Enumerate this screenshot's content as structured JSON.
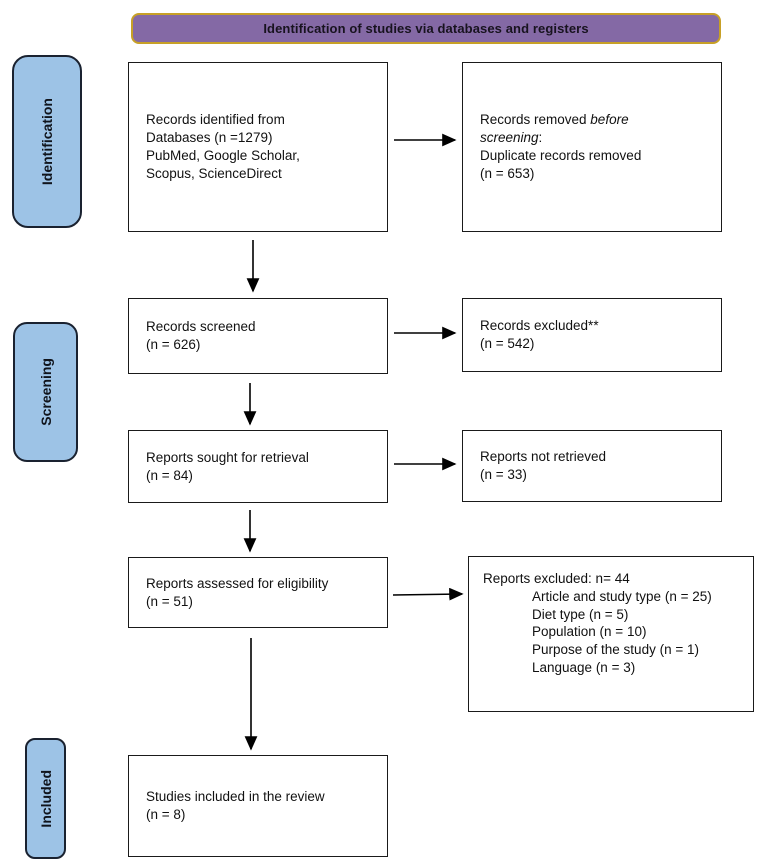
{
  "banner": {
    "label": "Identification of studies via databases and registers"
  },
  "stages": {
    "identification": "Identification",
    "screening": "Screening",
    "included": "Included"
  },
  "boxes": {
    "records_identified": {
      "lines": [
        "Records identified from",
        "Databases (n =1279)",
        "PubMed, Google Scholar,",
        "Scopus, ScienceDirect"
      ]
    },
    "records_removed": {
      "prefix": "Records removed ",
      "italic": "before screening",
      "suffix": ":",
      "lines": [
        "Duplicate records removed",
        "(n = 653)"
      ]
    },
    "records_screened": {
      "lines": [
        "Records screened",
        "(n = 626)"
      ]
    },
    "records_excluded": {
      "lines": [
        "Records excluded**",
        "(n = 542)"
      ]
    },
    "reports_sought": {
      "lines": [
        "Reports sought for retrieval",
        "(n = 84)"
      ]
    },
    "reports_not_retrieved": {
      "lines": [
        "Reports not retrieved",
        "(n = 33)"
      ]
    },
    "reports_assessed": {
      "lines": [
        "Reports assessed for eligibility",
        "(n = 51)"
      ]
    },
    "reports_excluded": {
      "title": "Reports excluded: n= 44",
      "reasons": [
        "Article and study type (n = 25)",
        "Diet type (n = 5)",
        "Population (n = 10)",
        "Purpose of the study (n = 1)",
        "Language (n = 3)"
      ]
    },
    "studies_included": {
      "lines": [
        "Studies included in the review",
        "(n = 8)"
      ]
    }
  },
  "colors": {
    "banner_fill": "#8469A5",
    "banner_border": "#C7A027",
    "stage_fill": "#9DC3E6",
    "stage_border": "#1A2230",
    "box_border": "#1A1A1A",
    "arrow": "#000000"
  }
}
